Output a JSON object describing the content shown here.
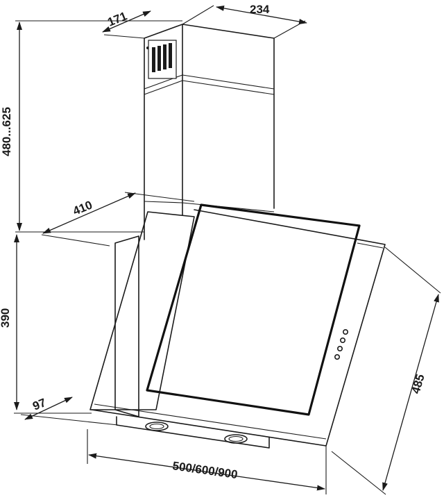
{
  "dimensions": {
    "chimney_depth": "171",
    "chimney_width": "234",
    "chimney_height": "480...625",
    "hood_depth": "410",
    "hood_height": "390",
    "bottom_offset": "97",
    "hood_width": "500/600/900",
    "glass_height": "485"
  },
  "colors": {
    "line": "#1a1a1a",
    "background": "#ffffff"
  },
  "icons": [
    "arrowhead-icon",
    "vent-slots-icon",
    "control-buttons-icon",
    "light-fixture-icon"
  ]
}
